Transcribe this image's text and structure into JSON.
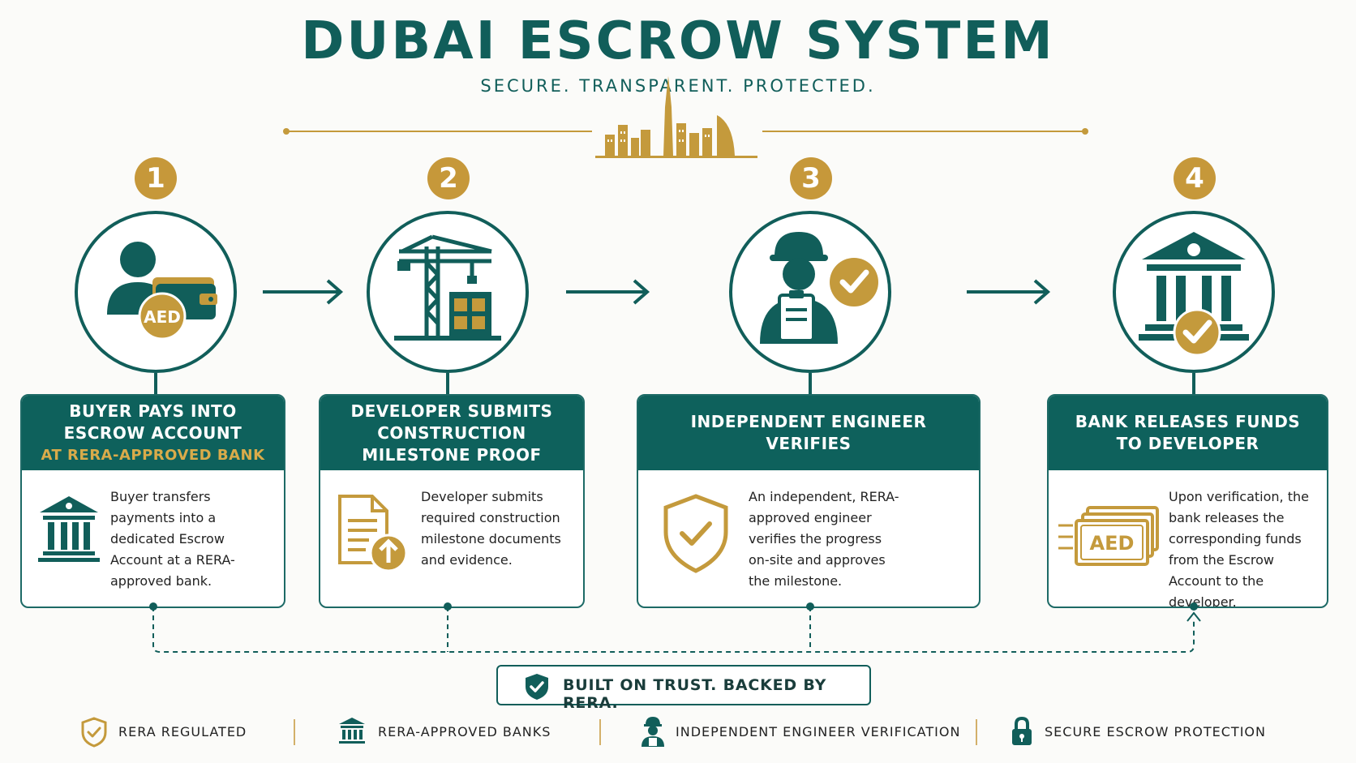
{
  "header": {
    "title": "DUBAI ESCROW SYSTEM",
    "subtitle": "SECURE. TRANSPARENT. PROTECTED."
  },
  "steps": [
    {
      "number": "1",
      "title_line1": "BUYER PAYS INTO",
      "title_line2": "ESCROW ACCOUNT",
      "title_line3": "AT RERA-APPROVED BANK",
      "description": "Buyer transfers payments into a dedicated Escrow Account at a RERA-approved bank.",
      "badge": "AED"
    },
    {
      "number": "2",
      "title_line1": "DEVELOPER SUBMITS",
      "title_line2": "CONSTRUCTION",
      "title_line3": "MILESTONE PROOF",
      "description": "Developer submits required construction milestone documents and evidence."
    },
    {
      "number": "3",
      "title_line1": "INDEPENDENT ENGINEER",
      "title_line2": "VERIFIES",
      "description": "An independent, RERA-approved engineer verifies the progress on-site and approves the milestone."
    },
    {
      "number": "4",
      "title_line1": "BANK RELEASES FUNDS",
      "title_line2": "TO DEVELOPER",
      "description": "Upon verification, the bank releases the corresponding funds from the Escrow Account to the developer.",
      "badge": "AED"
    }
  ],
  "trust_banner": "BUILT ON TRUST. BACKED BY RERA.",
  "features": [
    {
      "label": "RERA REGULATED",
      "icon": "shield-check-icon"
    },
    {
      "label": "RERA-APPROVED BANKS",
      "icon": "bank-icon"
    },
    {
      "label": "INDEPENDENT ENGINEER VERIFICATION",
      "icon": "engineer-icon"
    },
    {
      "label": "SECURE ESCROW PROTECTION",
      "icon": "lock-icon"
    }
  ],
  "colors": {
    "teal": "#115e5a",
    "gold": "#c6983a",
    "background": "#fbfbf9"
  }
}
